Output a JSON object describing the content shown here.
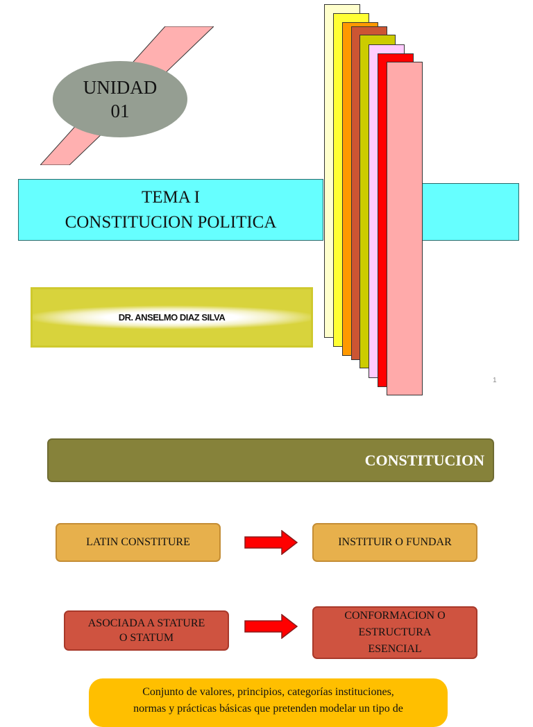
{
  "slide1": {
    "unit": {
      "line1": "UNIDAD",
      "line2": "01"
    },
    "theme": {
      "line1": "TEMA I",
      "line2": "CONSTITUCION POLITICA"
    },
    "author": "DR. ANSELMO DIAZ SILVA",
    "page_number": "1",
    "stripe_colors": [
      "#ffffcc",
      "#ffff33",
      "#ff9900",
      "#cc5533",
      "#cccc00",
      "#ffccff",
      "#ff0000",
      "#ffaaaa"
    ]
  },
  "slide2": {
    "title": "CONSTITUCION",
    "row1": {
      "left": "LATIN CONSTITURE",
      "right": "INSTITUIR O FUNDAR"
    },
    "row2": {
      "left_line1": "ASOCIADA A STATURE",
      "left_line2": "O STATUM",
      "right_line1": "CONFORMACION O",
      "right_line2": "ESTRUCTURA",
      "right_line3": "ESENCIAL"
    },
    "definition": {
      "line1": "Conjunto de valores, principios, categorías instituciones,",
      "line2": "normas y prácticas básicas que pretenden modelar un tipo de"
    },
    "colors": {
      "title_bg": "#86823a",
      "orange": "#e7b04c",
      "red": "#cf5340",
      "arrow": "#ff0000",
      "yellow": "#ffbf00"
    }
  }
}
